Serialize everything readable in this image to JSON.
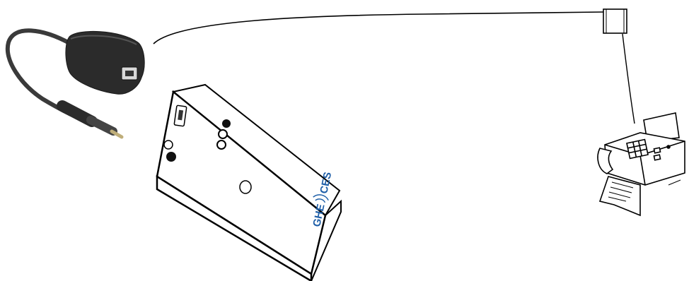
{
  "scene": {
    "device_brand": {
      "prefix": "GHE",
      "suffix": "CES"
    },
    "colors": {
      "background": "#ffffff",
      "adapter_body": "#2b2b2b",
      "cable": "#3a3a3a",
      "brand_blue": "#1f5fa8",
      "line_art": "#000000"
    },
    "icons": [
      "network-adapter",
      "tracker-device",
      "fax-machine",
      "wall-socket"
    ]
  }
}
